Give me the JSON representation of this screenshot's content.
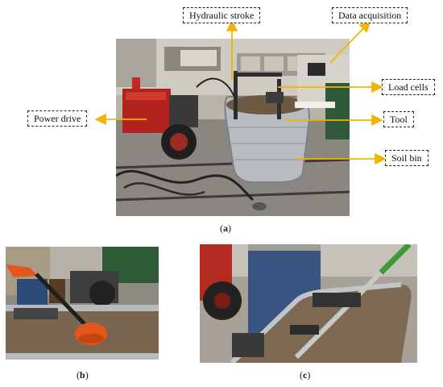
{
  "figure": {
    "panel_a": {
      "labels": {
        "hydraulic_stroke": "Hydraulic stroke",
        "data_acquisition": "Data acquisition",
        "load_cells": "Load cells",
        "power_drive": "Power drive",
        "tool": "Tool",
        "soil_bin": "Soil bin"
      },
      "caption_letter": "a",
      "arrow_color": "#f2b400"
    },
    "panel_b": {
      "caption_letter": "b"
    },
    "panel_c": {
      "caption_letter": "c"
    }
  }
}
